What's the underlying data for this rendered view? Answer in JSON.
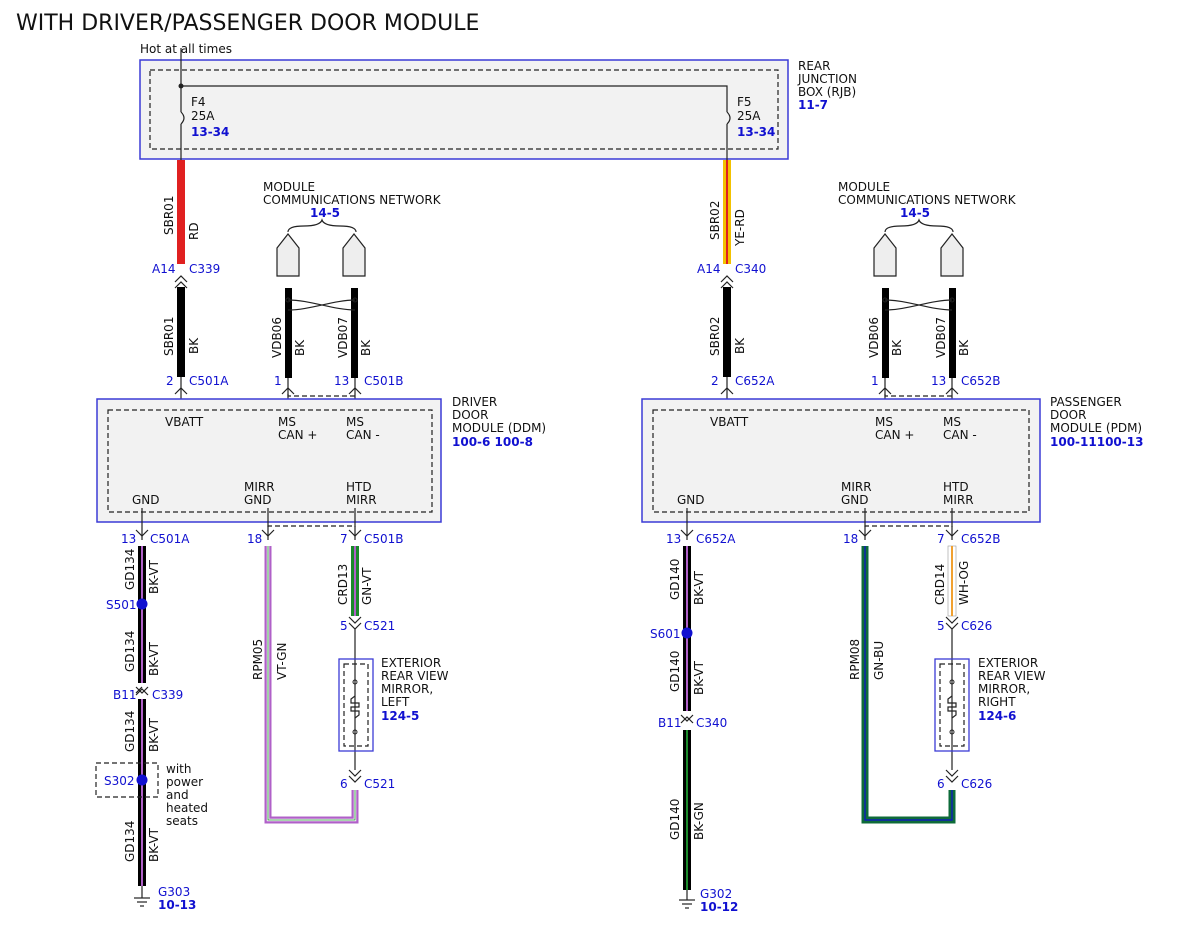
{
  "title": "WITH DRIVER/PASSENGER DOOR MODULE",
  "power_note": "Hot at all times",
  "rjb": {
    "label_lines": [
      "REAR",
      "JUNCTION",
      "BOX (RJB)"
    ],
    "ref": "11-7",
    "fuse_left": {
      "name": "F4",
      "rating": "25A",
      "ref": "13-34"
    },
    "fuse_right": {
      "name": "F5",
      "rating": "25A",
      "ref": "13-34"
    }
  },
  "network_left": {
    "lines": [
      "MODULE",
      "COMMUNICATIONS NETWORK"
    ],
    "ref": "14-5"
  },
  "network_right": {
    "lines": [
      "MODULE",
      "COMMUNICATIONS NETWORK"
    ],
    "ref": "14-5"
  },
  "left": {
    "pwr_upper": {
      "circuit": "SBR01",
      "color": "RD"
    },
    "pwr_conn": {
      "pin": "A14",
      "name": "C339"
    },
    "pwr_lower": {
      "circuit": "SBR01",
      "color": "BK"
    },
    "mod_pwr_conn": {
      "pin": "2",
      "name": "C501A"
    },
    "can_plus": {
      "circuit": "VDB06",
      "color": "BK",
      "pin": "1"
    },
    "can_minus": {
      "circuit": "VDB07",
      "color": "BK",
      "pin": "13",
      "conn": "C501B"
    },
    "module": {
      "label_lines": [
        "DRIVER",
        "DOOR",
        "MODULE (DDM)"
      ],
      "ref": "100-6 100-8",
      "vbatt": "VBATT",
      "can_plus_lines": [
        "MS",
        "CAN +"
      ],
      "can_minus_lines": [
        "MS",
        "CAN -"
      ],
      "gnd": "GND",
      "mirr_gnd_lines": [
        "MIRR",
        "GND"
      ],
      "htd_mirr_lines": [
        "HTD",
        "MIRR"
      ]
    },
    "gnd_conn": {
      "pin": "13",
      "name": "C501A"
    },
    "gnd_wire1": {
      "circuit": "GD134",
      "color": "BK-VT"
    },
    "splice1": "S501",
    "gnd_wire2": {
      "circuit": "GD134",
      "color": "BK-VT"
    },
    "inline_conn": {
      "pin": "B11",
      "name": "C339"
    },
    "gnd_wire3": {
      "circuit": "GD134",
      "color": "BK-VT"
    },
    "splice2": "S302",
    "splice2_note": [
      "with",
      "power",
      "and",
      "heated",
      "seats"
    ],
    "gnd_wire4": {
      "circuit": "GD134",
      "color": "BK-VT"
    },
    "ground": {
      "name": "G303",
      "ref": "10-13"
    },
    "mirr_gnd_conn": {
      "pin": "18"
    },
    "mirr_gnd_wire": {
      "circuit": "RPM05",
      "color": "VT-GN"
    },
    "htd_conn": {
      "pin": "7",
      "name": "C501B"
    },
    "htd_wire": {
      "circuit": "CRD13",
      "color": "GN-VT"
    },
    "mirror_top_conn": {
      "pin": "5",
      "name": "C521"
    },
    "mirror_bottom_conn": {
      "pin": "6",
      "name": "C521"
    },
    "mirror": {
      "label_lines": [
        "EXTERIOR",
        "REAR VIEW",
        "MIRROR,",
        "LEFT"
      ],
      "ref": "124-5"
    }
  },
  "right": {
    "pwr_upper": {
      "circuit": "SBR02",
      "color": "YE-RD"
    },
    "pwr_conn": {
      "pin": "A14",
      "name": "C340"
    },
    "pwr_lower": {
      "circuit": "SBR02",
      "color": "BK"
    },
    "mod_pwr_conn": {
      "pin": "2",
      "name": "C652A"
    },
    "can_plus": {
      "circuit": "VDB06",
      "color": "BK",
      "pin": "1"
    },
    "can_minus": {
      "circuit": "VDB07",
      "color": "BK",
      "pin": "13",
      "conn": "C652B"
    },
    "module": {
      "label_lines": [
        "PASSENGER",
        "DOOR",
        "MODULE (PDM)"
      ],
      "ref": "100-11100-13",
      "vbatt": "VBATT",
      "can_plus_lines": [
        "MS",
        "CAN +"
      ],
      "can_minus_lines": [
        "MS",
        "CAN -"
      ],
      "gnd": "GND",
      "mirr_gnd_lines": [
        "MIRR",
        "GND"
      ],
      "htd_mirr_lines": [
        "HTD",
        "MIRR"
      ]
    },
    "gnd_conn": {
      "pin": "13",
      "name": "C652A"
    },
    "gnd_wire1": {
      "circuit": "GD140",
      "color": "BK-VT"
    },
    "splice1": "S601",
    "gnd_wire2": {
      "circuit": "GD140",
      "color": "BK-VT"
    },
    "inline_conn": {
      "pin": "B11",
      "name": "C340"
    },
    "gnd_wire3": {
      "circuit": "GD140",
      "color": "BK-GN"
    },
    "ground": {
      "name": "G302",
      "ref": "10-12"
    },
    "mirr_gnd_conn": {
      "pin": "18"
    },
    "mirr_gnd_wire": {
      "circuit": "RPM08",
      "color": "GN-BU"
    },
    "htd_conn": {
      "pin": "7",
      "name": "C652B"
    },
    "htd_wire": {
      "circuit": "CRD14",
      "color": "WH-OG"
    },
    "mirror_top_conn": {
      "pin": "5",
      "name": "C626"
    },
    "mirror_bottom_conn": {
      "pin": "6",
      "name": "C626"
    },
    "mirror": {
      "label_lines": [
        "EXTERIOR",
        "REAR VIEW",
        "MIRROR,",
        "RIGHT"
      ],
      "ref": "124-6"
    }
  },
  "colors": {
    "box_border": "#3b3bd6",
    "box_fill": "#f2f2f2",
    "ref_blue": "#1010d0",
    "rd": "#e02020",
    "ye": "#f2c200",
    "bk": "#000000",
    "vt": "#b060c8",
    "gn": "#1a8a2a",
    "gn_dark": "#0e6b3a",
    "wh": "#ffffff",
    "og": "#f0a030",
    "connector_fill": "#eeeeee"
  }
}
